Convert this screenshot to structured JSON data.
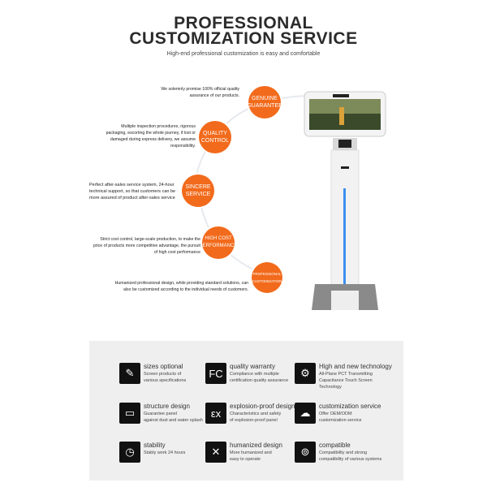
{
  "header": {
    "title_line1": "PROFESSIONAL",
    "title_line2": "CUSTOMIZATION SERVICE",
    "subtitle": "High-end professional customization is easy and comfortable"
  },
  "accent_color": "#f26a1b",
  "services": [
    {
      "circle": "GENUINE GUARANTEE",
      "desc": "We solemnly promise 100% official quality assurance of our products."
    },
    {
      "circle": "QUALITY CONTROL",
      "desc": "Multiple inspection procedures, rigorous packaging, escorting the whole journey, if lost or damaged during express delivery, we assume responsibility."
    },
    {
      "circle": "SINCERE SERVICE",
      "desc": "Perfect after-sales service system, 24-hour technical support, so that customers can be more assured of product after-sales service"
    },
    {
      "circle": "HIGH COST PERFORMANCE",
      "desc": "Strict cost control, large-scale production, to make the price of products more competitive advantage, the pursuit of high cost performance"
    },
    {
      "circle": "PROFESSIONAL CUSTOMIZATION",
      "desc": "Humanized professional design, while providing standard solutions, can also be customized according to the individual needs of customers."
    }
  ],
  "features": [
    {
      "icon": "ruler-pen-icon",
      "glyph": "✎",
      "title": "sizes optional",
      "desc1": "Screen products of",
      "desc2": "various specifications",
      "desc3": ""
    },
    {
      "icon": "fc-certification-icon",
      "glyph": "FC",
      "title": "quality warranty",
      "desc1": "Compliance with multiple",
      "desc2": "certification quality assurance",
      "desc3": ""
    },
    {
      "icon": "chat-gear-icon",
      "glyph": "⚙",
      "title": "High and new technology",
      "desc1": "All-Plane PCT Transmitting",
      "desc2": "Capacitance Touch Screen",
      "desc3": "Technology"
    },
    {
      "icon": "panel-frame-icon",
      "glyph": "▭",
      "title": "structure design",
      "desc1": "Guarantee panel",
      "desc2": "against dust and water splash",
      "desc3": ""
    },
    {
      "icon": "explosion-proof-icon",
      "glyph": "εx",
      "title": "explosion-proof design",
      "desc1": "Characteristics and safety",
      "desc2": "of explosion-proof panel",
      "desc3": ""
    },
    {
      "icon": "cloud-custom-icon",
      "glyph": "☁",
      "title": "customization service",
      "desc1": "Offer OEM/ODM",
      "desc2": "customization service",
      "desc3": ""
    },
    {
      "icon": "clock-icon",
      "glyph": "◷",
      "title": "stability",
      "desc1": "Stably work 24 hours",
      "desc2": "",
      "desc3": ""
    },
    {
      "icon": "tools-icon",
      "glyph": "✕",
      "title": "humanized design",
      "desc1": "More humanized and",
      "desc2": "easy to operate",
      "desc3": ""
    },
    {
      "icon": "rings-icon",
      "glyph": "⊚",
      "title": "compatible",
      "desc1": "Compatibility and strong",
      "desc2": "compatibility of various systems",
      "desc3": ""
    }
  ]
}
